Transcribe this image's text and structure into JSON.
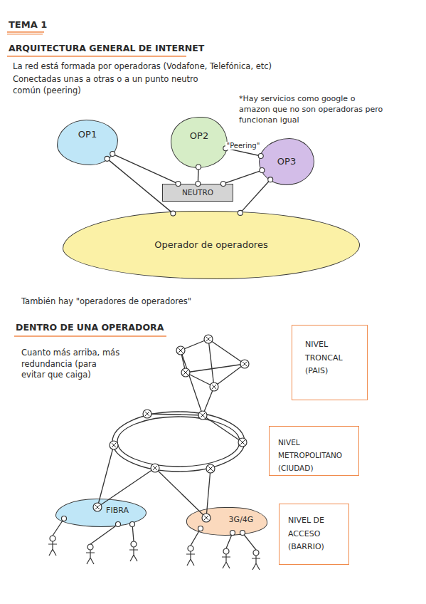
{
  "diagram": {
    "title": "TEMA 1",
    "nodes": [
      {
        "text": [
          "OP1"
        ]
      },
      {
        "text": [
          "OP2"
        ]
      },
      {
        "text": [
          "OP3"
        ]
      },
      {
        "text": [
          "NEUTRO"
        ]
      },
      {
        "text": [
          "Operador de operadores"
        ]
      },
      {
        "text": [
          "NIVEL TRONCAL (PAIS)"
        ]
      },
      {
        "text": [
          "NIVEL METROPOLITANO (CIUDAD)"
        ]
      },
      {
        "text": [
          "FIBRA"
        ]
      },
      {
        "text": [
          "3G/4G"
        ]
      },
      {
        "text": [
          "NIVEL DE ACCESO (BARRIO)"
        ]
      }
    ],
    "edges": [
      {
        "from": 0,
        "to": 3,
        "arrow": "none"
      },
      {
        "from": 1,
        "to": 3,
        "arrow": "none"
      },
      {
        "from": 2,
        "to": 3,
        "arrow": "none"
      },
      {
        "from": 1,
        "to": 2,
        "label": "\"Peering\"",
        "arrow": "none"
      },
      {
        "from": 0,
        "to": 4,
        "arrow": "none"
      },
      {
        "from": 2,
        "to": 4,
        "arrow": "none"
      }
    ],
    "labels": [
      "ARQUITECTURA GENERAL DE INTERNET",
      "La red está formada por operadoras (Vodafone, Telefónica, etc)",
      "Conectadas unas a otras o a un punto neutro común (peering)",
      "*Hay servicios como google o amazon que no son operadoras pero funcionan igual",
      "También hay \"operadores de operadores\"",
      "DENTRO DE UNA OPERADORA",
      "Cuanto más arriba, más redundancia (para evitar que caiga)"
    ]
  }
}
